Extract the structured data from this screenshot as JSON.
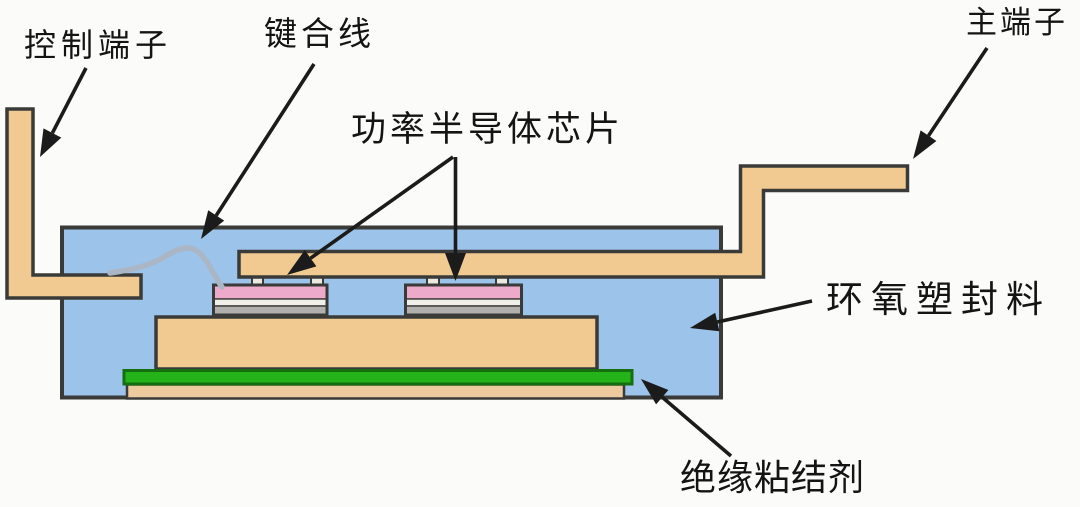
{
  "labels": {
    "control_terminal": "控制端子",
    "bonding_wire": "键合线",
    "power_chip": "功率半导体芯片",
    "main_terminal": "主端子",
    "epoxy_molding": "环氧塑封料",
    "insulating_adhesive": "绝缘粘结剂"
  },
  "colors": {
    "background": "#fbfbfa",
    "copper_lead": "#f1ca92",
    "epoxy_blue": "#9cc3ea",
    "adhesive_green": "#25b31a",
    "green_border": "#156f10",
    "baseplate_tan": "#edcb9e",
    "chip_pink": "#eeaacb",
    "chip_mid": "#f1efe9",
    "chip_gray": "#b2b0af",
    "post_ivory": "#ece9e0",
    "wire_gray": "#aab6c6",
    "outline": "#3a3a38",
    "arrow_black": "#1b1b1b"
  }
}
